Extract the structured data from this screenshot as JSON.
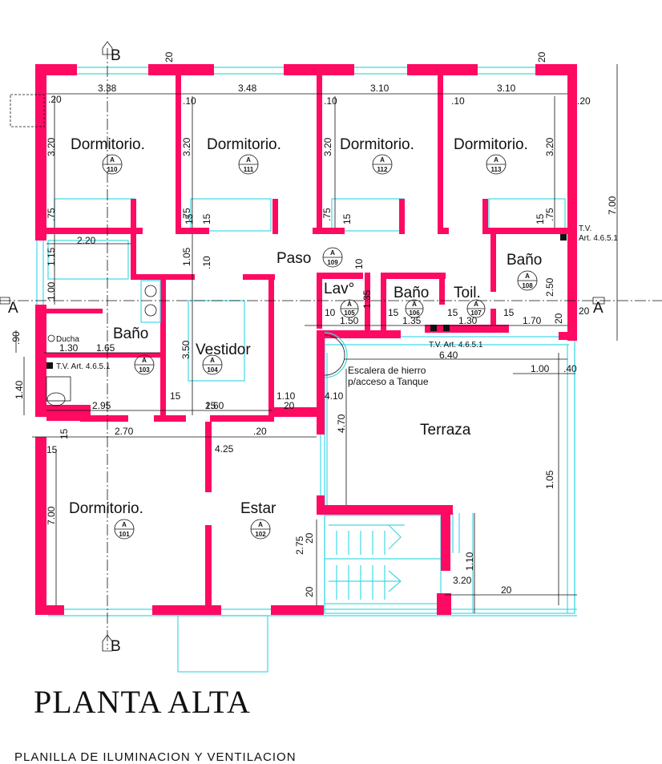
{
  "title": "PLANTA ALTA",
  "subtitle": "PLANILLA DE ILUMINACION Y VENTILACION",
  "section_marks": {
    "a": "A",
    "b": "B"
  },
  "rooms": [
    {
      "name": "Dormitorio.",
      "code": "110",
      "tag": "A"
    },
    {
      "name": "Dormitorio.",
      "code": "111",
      "tag": "A"
    },
    {
      "name": "Dormitorio.",
      "code": "112",
      "tag": "A"
    },
    {
      "name": "Dormitorio.",
      "code": "113",
      "tag": "A"
    },
    {
      "name": "Paso",
      "code": "109",
      "tag": "A"
    },
    {
      "name": "Baño",
      "code": "108",
      "tag": "A"
    },
    {
      "name": "Lav°",
      "code": "105",
      "tag": "A"
    },
    {
      "name": "Baño",
      "code": "106",
      "tag": "A"
    },
    {
      "name": "Toil.",
      "code": "107",
      "tag": "A"
    },
    {
      "name": "Baño",
      "code": "103",
      "tag": "A"
    },
    {
      "name": "Vestidor",
      "code": "104",
      "tag": "A"
    },
    {
      "name": "Dormitorio.",
      "code": "101",
      "tag": "A"
    },
    {
      "name": "Estar",
      "code": "102",
      "tag": "A"
    },
    {
      "name": "Terraza",
      "code": "",
      "tag": ""
    }
  ],
  "labels": {
    "ducha": "Ducha",
    "escalera_1": "Escalera de hierro",
    "escalera_2": "p/acceso a Tanque",
    "tv": "T.V.",
    "tv_art": "Art. 4.6.5.1",
    "tv_full": "T.V. Art. 4.6.5.1"
  },
  "dimensions": [
    "3.38",
    "3.48",
    "3.10",
    "3.10",
    "20",
    "20",
    ".20",
    ".10",
    ".10",
    ".10",
    ".20",
    "3.20",
    "3.20",
    "3.20",
    "3.20",
    "7.00",
    ".75",
    ".75",
    ".75",
    ".75",
    "15",
    "15",
    "15",
    "15",
    "2.20",
    "1.15",
    "1.05",
    ".10",
    "1.00",
    "10",
    "1.35",
    "2.50",
    "10",
    "1.50",
    "15",
    "1.35",
    "15",
    "1.30",
    "15",
    "1.70",
    "20",
    "20",
    ".90",
    "1.30",
    "1.65",
    "3.50",
    "6.40",
    "1.00",
    ".40",
    "1.40",
    "2.95",
    "15",
    "2.60",
    "15",
    "1.10",
    "20",
    "4.10",
    "2.70",
    ".20",
    "15",
    "15",
    "4.25",
    "4.70",
    "7.00",
    "1.05",
    "20",
    "2.75",
    "1.10",
    "20",
    "3.20",
    "20"
  ]
}
